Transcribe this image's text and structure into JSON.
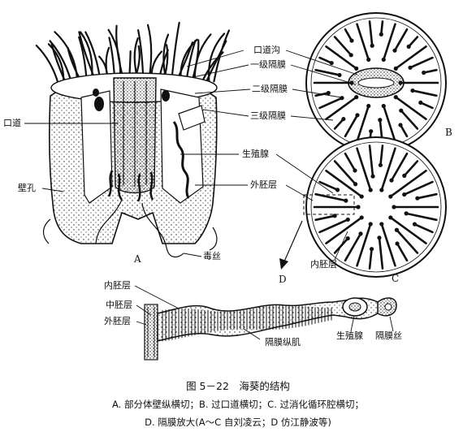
{
  "labels": {
    "oral_groove": "口道沟",
    "primary_septum": "一级隔膜",
    "secondary_septum": "二级隔膜",
    "tertiary_septum": "三级隔膜",
    "gonad": "生殖腺",
    "ectoderm": "外胚层",
    "pharynx": "口道",
    "wall_pore": "壁孔",
    "acontia": "毒丝",
    "endoderm": "内胚层",
    "d_endoderm": "内胚层",
    "d_mesoglea": "中胚层",
    "d_ectoderm": "外胚层",
    "d_muscle": "隔膜纵肌",
    "d_gonad": "生殖腺",
    "d_filament": "隔膜丝"
  },
  "panel_letters": {
    "a": "A",
    "b": "B",
    "c": "C",
    "d": "D"
  },
  "caption": {
    "title": "图 5－22　海葵的结构",
    "line1": "A. 部分体壁纵横切；B. 过口道横切；C. 过消化循环腔横切；",
    "line2": "D. 隔膜放大(A～C 自刘凌云；D 仿江静波等)"
  }
}
